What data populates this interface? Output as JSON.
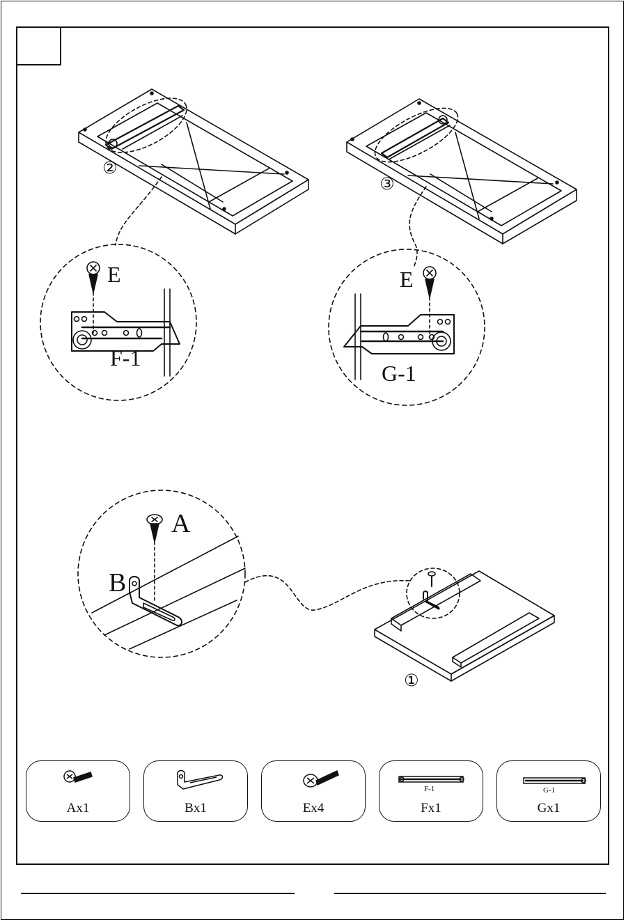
{
  "step": {
    "number": ""
  },
  "top_left": {
    "callout": "②",
    "screw_label": "E",
    "bracket_label": "F-1"
  },
  "top_right": {
    "callout": "③",
    "screw_label": "E",
    "bracket_label": "G-1"
  },
  "bottom": {
    "callout": "①",
    "screw_label": "A",
    "bracket_label": "B"
  },
  "parts": [
    {
      "qty": "Ax1",
      "icon": "screw-a-icon"
    },
    {
      "qty": "Bx1",
      "icon": "l-bracket-icon"
    },
    {
      "qty": "Ex4",
      "icon": "screw-e-icon"
    },
    {
      "qty": "Fx1",
      "icon": "slide-rail-f-icon",
      "tag": "F-1"
    },
    {
      "qty": "Gx1",
      "icon": "slide-rail-g-icon",
      "tag": "G-1"
    }
  ]
}
